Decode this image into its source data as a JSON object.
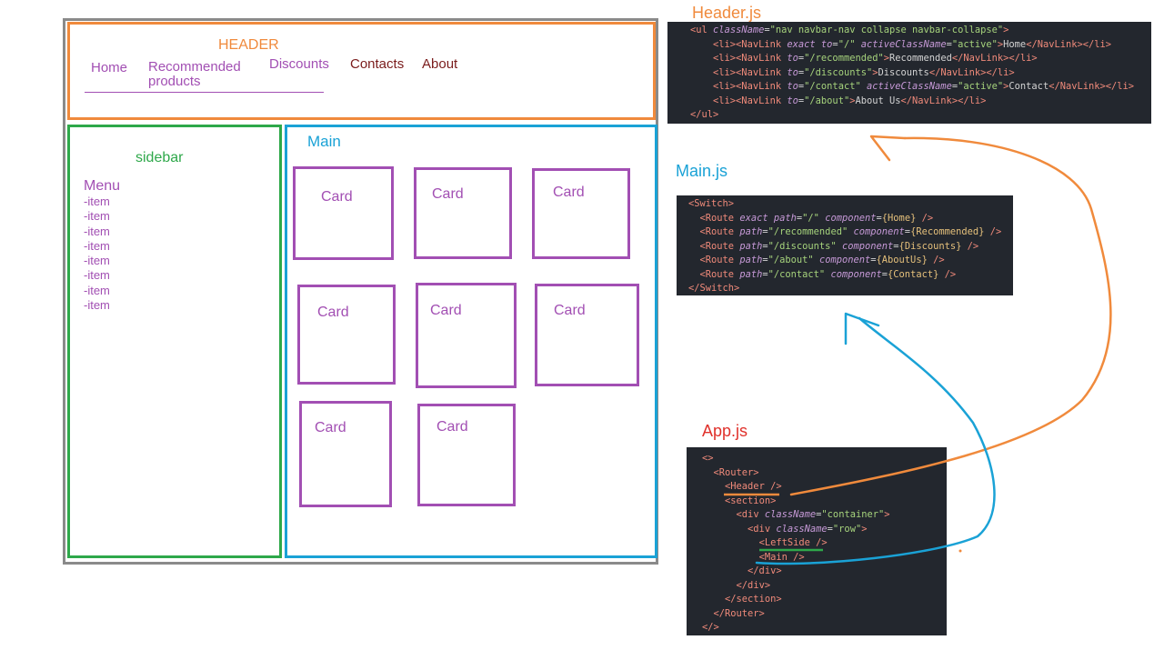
{
  "wireframe": {
    "header_label": "HEADER",
    "nav": [
      "Home",
      "Recommended",
      "products",
      "Discounts",
      "Contacts",
      "About"
    ],
    "sidebar_label": "sidebar",
    "menu_label": "Menu",
    "menu_items": [
      "-item",
      "-item",
      "-item",
      "-item",
      "-item",
      "-item",
      "-item",
      "-item"
    ],
    "main_label": "Main",
    "card_label": "Card"
  },
  "header_js": {
    "title": "Header.js",
    "lines": [
      "<ul className=\"nav navbar-nav collapse navbar-collapse\">",
      "    <li><NavLink exact to=\"/\" activeClassName=\"active\">Home</NavLink></li>",
      "    <li><NavLink to=\"/recommended\">Recommended</NavLink></li>",
      "    <li><NavLink to=\"/discounts\">Discounts</NavLink></li>",
      "    <li><NavLink to=\"/contact\" activeClassName=\"active\">Contact</NavLink></li>",
      "    <li><NavLink to=\"/about\">About Us</NavLink></li>",
      "</ul>"
    ]
  },
  "main_js": {
    "title": "Main.js",
    "lines": [
      "<Switch>",
      "  <Route exact path=\"/\" component={Home} />",
      "  <Route path=\"/recommended\" component={Recommended} />",
      "  <Route path=\"/discounts\" component={Discounts} />",
      "  <Route path=\"/about\" component={AboutUs} />",
      "  <Route path=\"/contact\" component={Contact} />",
      "</Switch>"
    ]
  },
  "app_js": {
    "title": "App.js",
    "lines": [
      "<>",
      "  <Router>",
      "    <Header />",
      "    <section>",
      "      <div className=\"container\">",
      "        <div className=\"row\">",
      "          <LeftSide />",
      "          <Main />",
      "        </div>",
      "      </div>",
      "    </section>",
      "  </Router>",
      "</>"
    ]
  },
  "colors": {
    "header": "#f08a3c",
    "sidebar": "#2ea84a",
    "main": "#1aa2d6",
    "card": "#a24fb3",
    "app_title": "#e0312b",
    "frame": "#8a8a8a"
  }
}
